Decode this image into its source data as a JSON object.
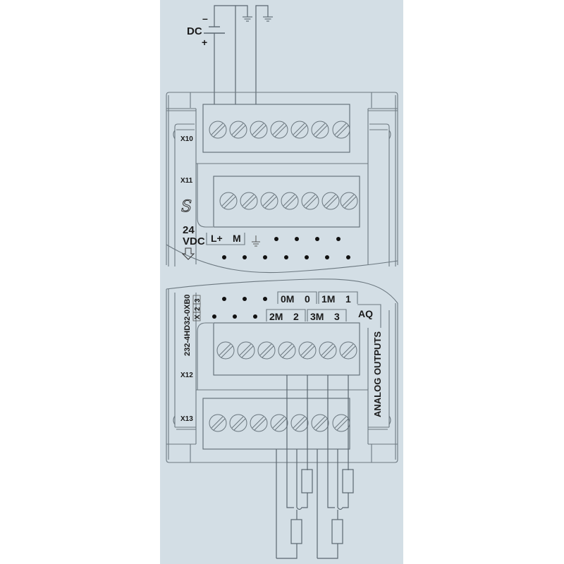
{
  "diagram": {
    "title": "Analog output module wiring diagram",
    "background_color": "#ffffff",
    "panel_color": "#d3dee5",
    "line_color": "#5a6670",
    "power_supply": {
      "label": "DC",
      "minus": "–",
      "plus": "+"
    },
    "connectors": {
      "x10": "X10",
      "x11": "X11",
      "x12": "X12",
      "x13": "X13"
    },
    "power_terminals": {
      "voltage": "24",
      "unit": "VDC",
      "l_plus": "L+",
      "m": "M"
    },
    "module": {
      "part_number": "232-4HD32-0XB0",
      "version_boxes": [
        "X",
        "2",
        "3"
      ],
      "type_label": "AQ",
      "side_label": "ANALOG OUTPUTS"
    },
    "output_channels": [
      {
        "common": "0M",
        "channel": "0"
      },
      {
        "common": "1M",
        "channel": "1"
      },
      {
        "common": "2M",
        "channel": "2"
      },
      {
        "common": "3M",
        "channel": "3"
      }
    ],
    "terminal_block_screws_per_connector": 7
  }
}
